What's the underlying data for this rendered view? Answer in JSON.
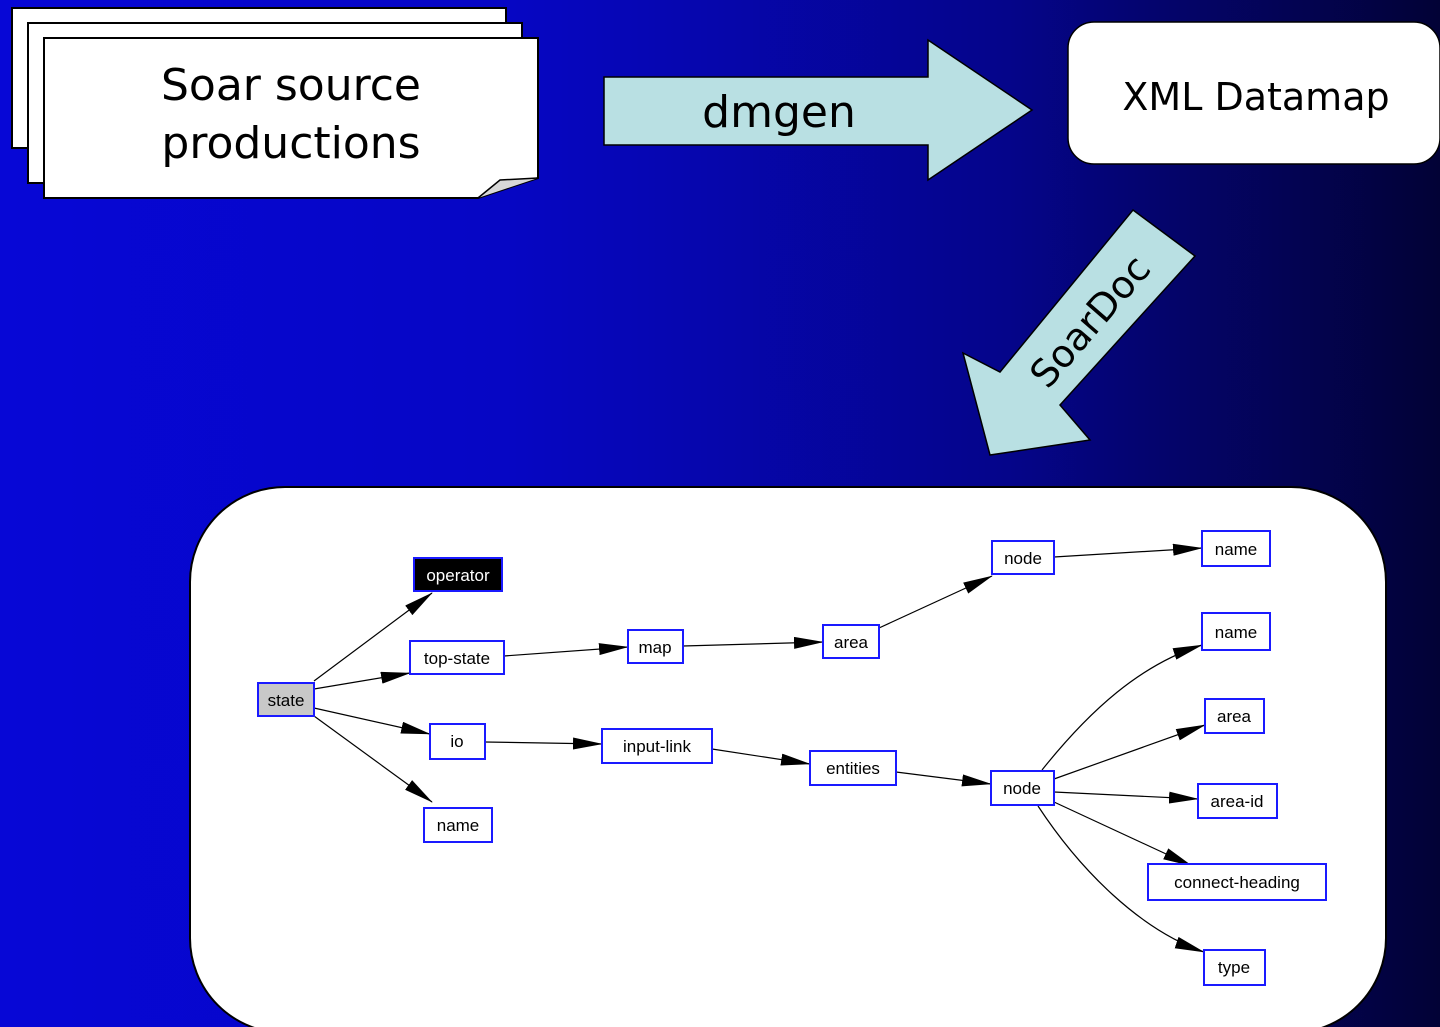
{
  "header": {
    "source_label_line1": "Soar source",
    "source_label_line2": "productions",
    "dmgen_label": "dmgen",
    "xml_label": "XML Datamap",
    "soardoc_label": "SoarDoc"
  },
  "graph": {
    "nodes": {
      "state": "state",
      "operator": "operator",
      "top_state": "top-state",
      "io": "io",
      "name_left": "name",
      "map": "map",
      "input_link": "input-link",
      "area_mid": "area",
      "entities": "entities",
      "node_top": "node",
      "node_bottom": "node",
      "name_r1": "name",
      "name_r2": "name",
      "area_r": "area",
      "area_id": "area-id",
      "connect_heading": "connect-heading",
      "type": "type"
    }
  },
  "colors": {
    "background_left": "#0707d6",
    "background_right": "#020236",
    "arrow_fill": "#b9e0e3",
    "node_border": "#1a1aff",
    "state_fill": "#c8c8c8",
    "operator_fill": "#000000"
  }
}
